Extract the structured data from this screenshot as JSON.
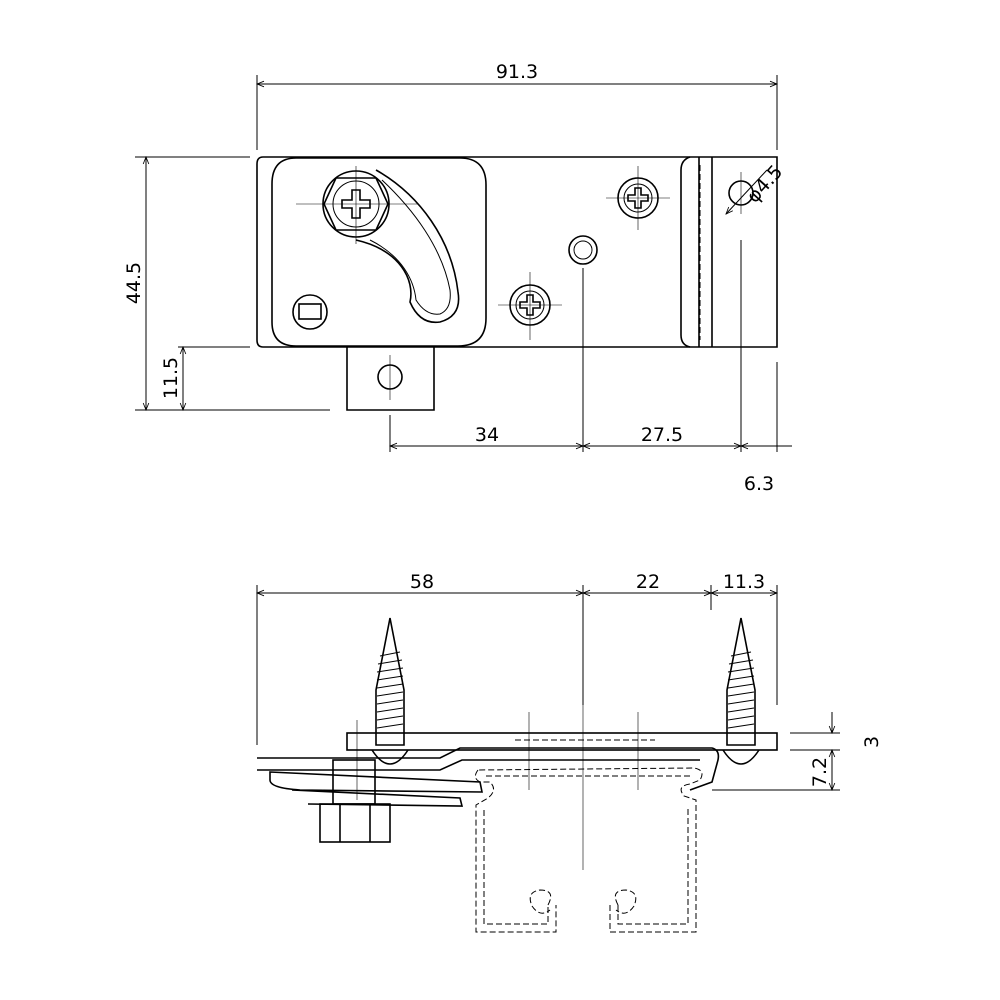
{
  "drawing": {
    "top_view": {
      "overall_width": "91.3",
      "overall_height": "44.5",
      "tab_height": "11.5",
      "dim_34": "34",
      "dim_27_5": "27.5",
      "dim_6_3": "6.3",
      "hole_diameter": "φ4.5"
    },
    "side_view": {
      "dim_58": "58",
      "dim_22": "22",
      "dim_11_3": "11.3",
      "plate_thickness": "3",
      "height_7_2": "7.2"
    }
  }
}
